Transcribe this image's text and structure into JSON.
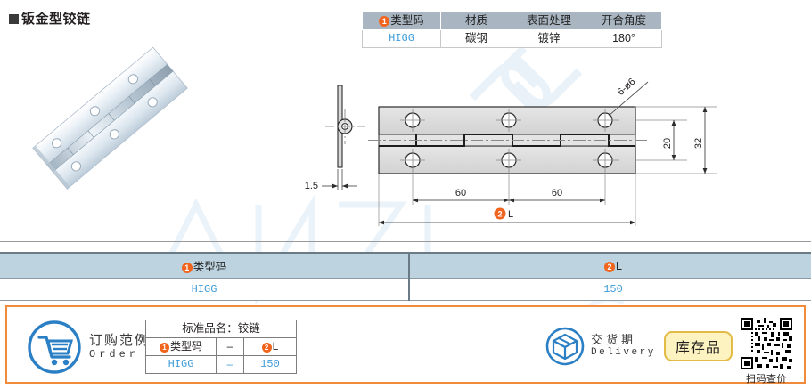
{
  "header": {
    "title": "钣金型铰链",
    "bullet_icon": "black-square-icon"
  },
  "spec_table": {
    "columns": [
      {
        "key": "code",
        "label": "类型码",
        "badge": "1"
      },
      {
        "key": "material",
        "label": "材质",
        "badge": ""
      },
      {
        "key": "surface",
        "label": "表面处理",
        "badge": ""
      },
      {
        "key": "angle",
        "label": "开合角度",
        "badge": ""
      }
    ],
    "rows": [
      {
        "code": "HIGG",
        "material": "碳钢",
        "surface": "镀锌",
        "angle": "180°"
      }
    ]
  },
  "drawing": {
    "side_view_thickness": "1.5",
    "hole_callout": "6-ø6",
    "dim_height_inner": "20",
    "dim_height_outer": "32",
    "pitch_1": "60",
    "pitch_2": "60",
    "length_label": "L",
    "length_badge": "2",
    "hole_count": 6,
    "photo_alt": "sheet-metal-piano-hinge-photo"
  },
  "band_table": {
    "columns": [
      {
        "label": "类型码",
        "badge": "1"
      },
      {
        "label": "L",
        "badge": "2"
      }
    ],
    "rows": [
      {
        "code": "HIGG",
        "length": "150"
      }
    ]
  },
  "order": {
    "cn_label": "订购范例",
    "en_label": "Order",
    "icon": "shopping-cart-icon",
    "table": {
      "title": "标准品名：铰链",
      "header": [
        {
          "label": "类型码",
          "badge": "1"
        },
        {
          "label": "–",
          "badge": ""
        },
        {
          "label": "L",
          "badge": "2"
        }
      ],
      "values": [
        "HIGG",
        "–",
        "150"
      ]
    }
  },
  "delivery": {
    "icon": "package-box-icon",
    "cn_label": "交货期",
    "en_label": "Delivery",
    "badge_text": "库存品"
  },
  "qr": {
    "icon": "qr-code-icon",
    "caption": "扫码查价"
  },
  "colors": {
    "accent_orange": "#f0641e",
    "frame_orange": "#f08a3c",
    "header_blue_gray": "#a9b6c1",
    "band_blue": "#bdd3e0",
    "link_blue": "#3f9cd9",
    "stock_yellow": "#fdf3c0",
    "watermark_blue": "#d8e8f4"
  }
}
